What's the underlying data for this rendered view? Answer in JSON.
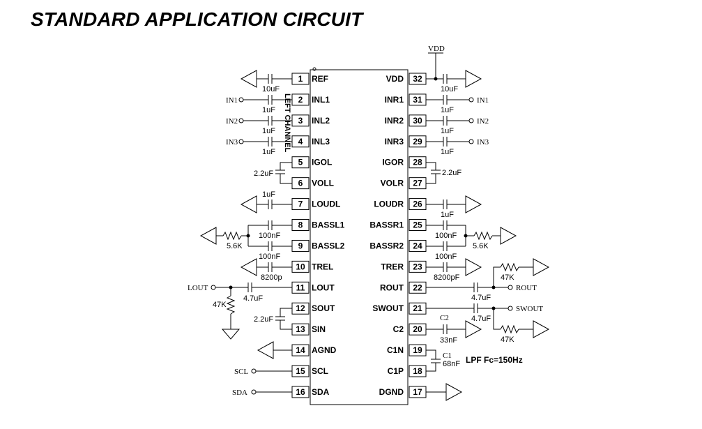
{
  "title": "STANDARD APPLICATION CIRCUIT",
  "pins_left": [
    {
      "num": "1",
      "label": "REF"
    },
    {
      "num": "2",
      "label": "INL1"
    },
    {
      "num": "3",
      "label": "INL2"
    },
    {
      "num": "4",
      "label": "INL3"
    },
    {
      "num": "5",
      "label": "IGOL"
    },
    {
      "num": "6",
      "label": "VOLL"
    },
    {
      "num": "7",
      "label": "LOUDL"
    },
    {
      "num": "8",
      "label": "BASSL1"
    },
    {
      "num": "9",
      "label": "BASSL2"
    },
    {
      "num": "10",
      "label": "TREL"
    },
    {
      "num": "11",
      "label": "LOUT"
    },
    {
      "num": "12",
      "label": "SOUT"
    },
    {
      "num": "13",
      "label": "SIN"
    },
    {
      "num": "14",
      "label": "AGND"
    },
    {
      "num": "15",
      "label": "SCL"
    },
    {
      "num": "16",
      "label": "SDA"
    }
  ],
  "pins_right": [
    {
      "num": "32",
      "label": "VDD"
    },
    {
      "num": "31",
      "label": "INR1"
    },
    {
      "num": "30",
      "label": "INR2"
    },
    {
      "num": "29",
      "label": "INR3"
    },
    {
      "num": "28",
      "label": "IGOR"
    },
    {
      "num": "27",
      "label": "VOLR"
    },
    {
      "num": "26",
      "label": "LOUDR"
    },
    {
      "num": "25",
      "label": "BASSR1"
    },
    {
      "num": "24",
      "label": "BASSR2"
    },
    {
      "num": "23",
      "label": "TRER"
    },
    {
      "num": "22",
      "label": "ROUT"
    },
    {
      "num": "21",
      "label": "SWOUT"
    },
    {
      "num": "20",
      "label": "C2"
    },
    {
      "num": "19",
      "label": "C1N"
    },
    {
      "num": "18",
      "label": "C1P"
    },
    {
      "num": "17",
      "label": "DGND"
    }
  ],
  "vertical_label": "LEFT CHANNEL",
  "components": {
    "c_ref": "10uF",
    "c_inl1": "1uF",
    "c_inl2": "1uF",
    "c_inl3": "1uF",
    "c_igol": "2.2uF",
    "c_loudl": "1uF",
    "c_bassl": "100nF",
    "c_bassl2": "100nF",
    "r_bassl": "5.6K",
    "c_trel": "8200p",
    "c_lout": "4.7uF",
    "r_lout": "47K",
    "c_sout": "2.2uF",
    "c_vdd": "10uF",
    "c_inr1": "1uF",
    "c_inr2": "1uF",
    "c_inr3": "1uF",
    "c_igor": "2.2uF",
    "c_loudr": "1uF",
    "c_bassr": "100nF",
    "c_bassr2": "100nF",
    "r_bassr": "5.6K",
    "c_trer": "8200pF",
    "c_rout": "4.7uF",
    "r_rout": "47K",
    "c_swout": "4.7uF",
    "r_swout": "47K",
    "c2_name": "C2",
    "c2_value": "33nF",
    "c1_name": "C1",
    "c1_value": "68nF"
  },
  "signals": {
    "vdd": "VDD",
    "in1_l": "IN1",
    "in2_l": "IN2",
    "in3_l": "IN3",
    "in1_r": "IN1",
    "in2_r": "IN2",
    "in3_r": "IN3",
    "lout": "LOUT",
    "rout": "ROUT",
    "swout": "SWOUT",
    "scl": "SCL",
    "sda": "SDA"
  },
  "note": "LPF Fc=150Hz"
}
